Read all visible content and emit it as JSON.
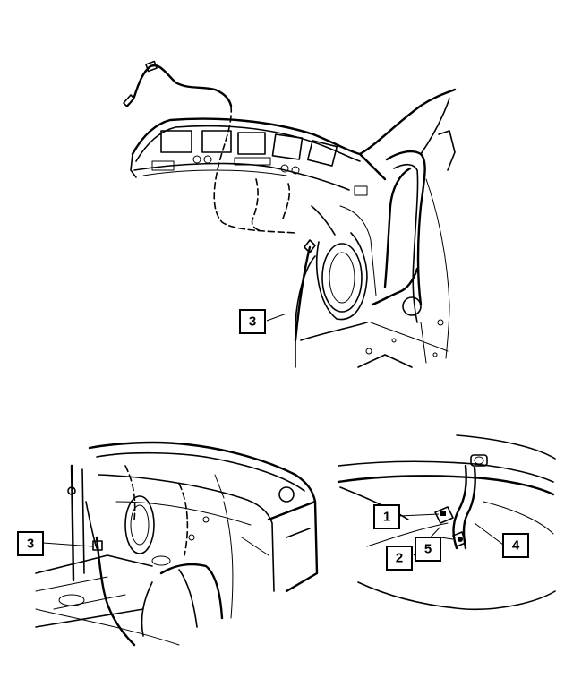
{
  "callouts": {
    "top_3": "3",
    "bl_3": "3",
    "br_1": "1",
    "br_2": "2",
    "br_5": "5",
    "br_4": "4"
  },
  "colors": {
    "line": "#000000",
    "background": "#ffffff"
  }
}
